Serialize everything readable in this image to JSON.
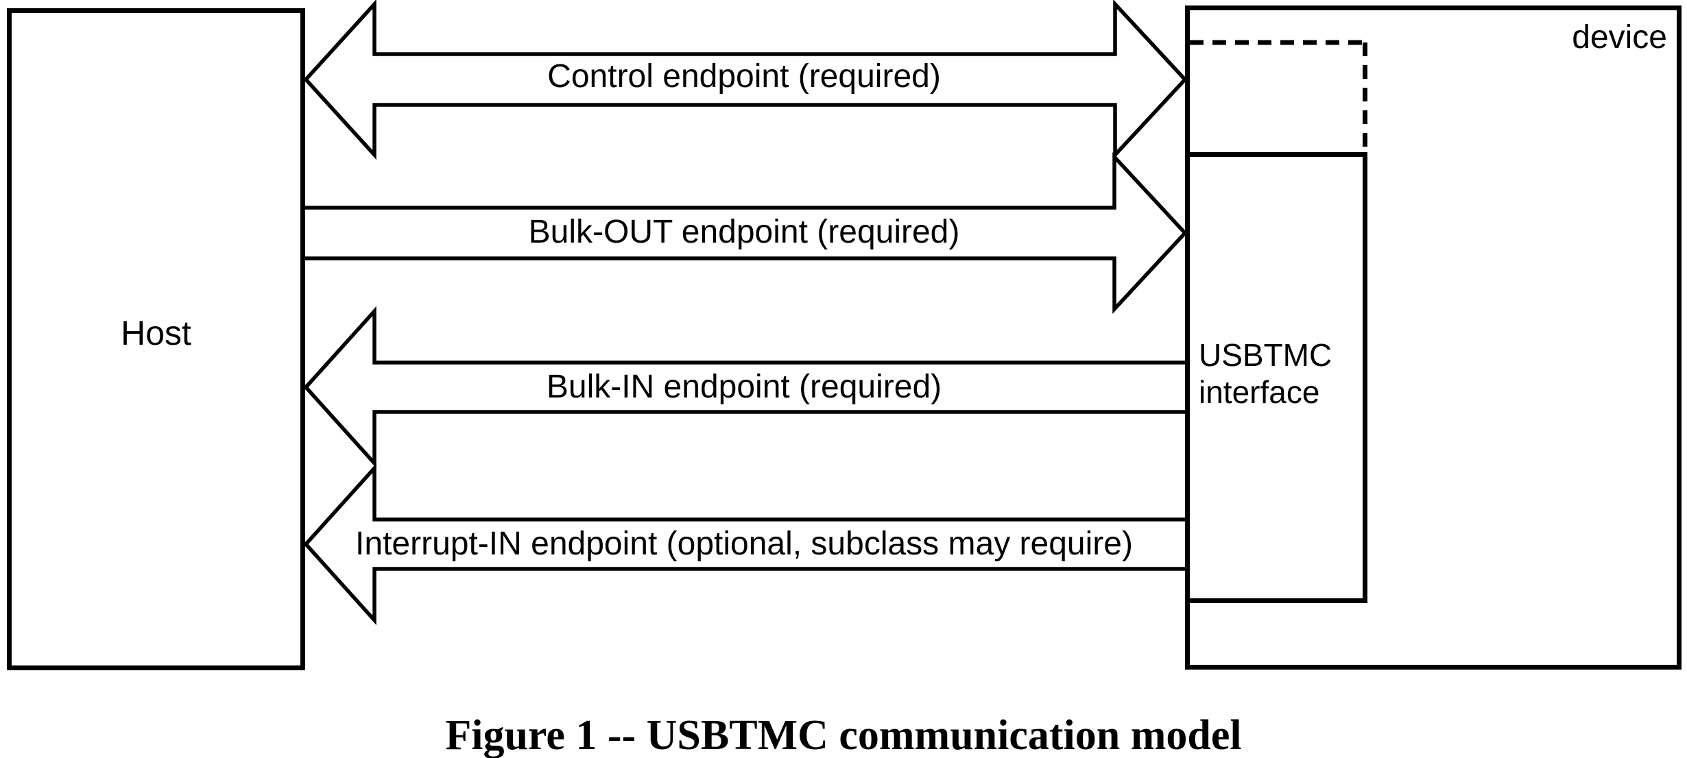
{
  "diagram": {
    "host": {
      "label": "Host"
    },
    "device": {
      "label": "device"
    },
    "usbtmc_interface": {
      "label_line1": "USBTMC",
      "label_line2": "interface"
    },
    "arrows": [
      {
        "name": "control-endpoint",
        "label": "Control endpoint (required)",
        "direction": "bidirectional"
      },
      {
        "name": "bulk-out-endpoint",
        "label": "Bulk-OUT endpoint (required)",
        "direction": "host-to-device"
      },
      {
        "name": "bulk-in-endpoint",
        "label": "Bulk-IN endpoint (required)",
        "direction": "device-to-host"
      },
      {
        "name": "interrupt-in-endpoint",
        "label": "Interrupt-IN endpoint (optional, subclass may require)",
        "direction": "device-to-host"
      }
    ],
    "caption": "Figure 1 -- USBTMC communication model",
    "colors": {
      "line": "#000000",
      "background": "#ffffff"
    }
  }
}
